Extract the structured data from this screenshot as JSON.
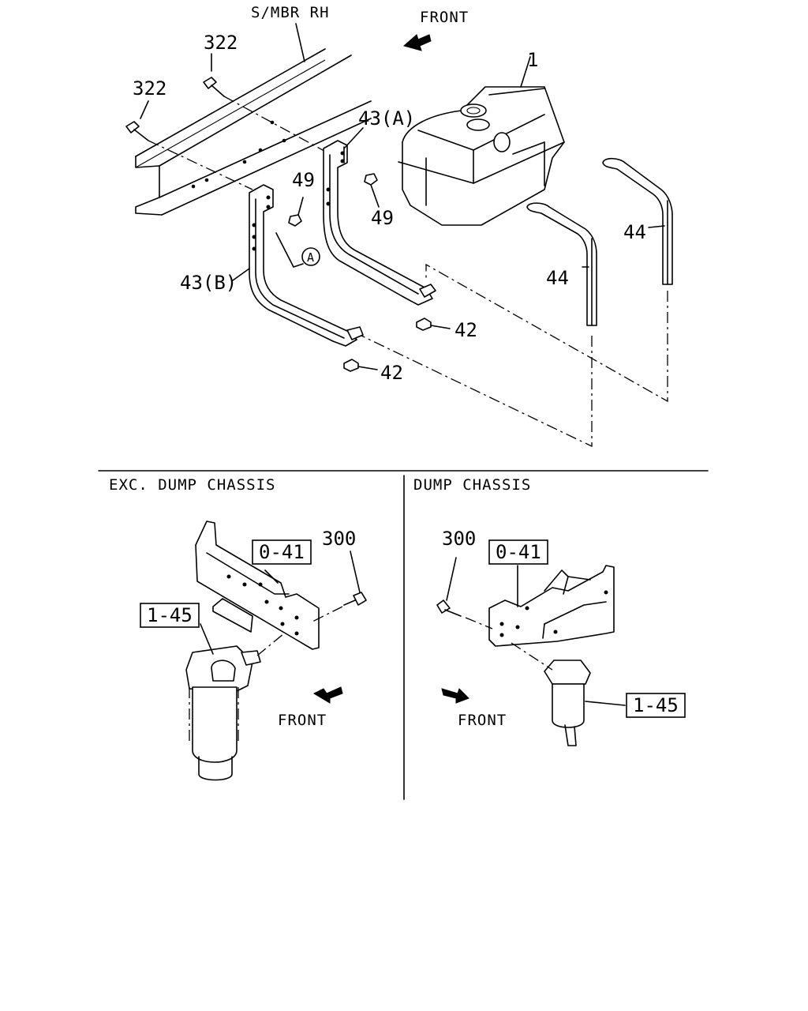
{
  "labels": {
    "smbr": "S/MBR RH",
    "front_top": "FRONT",
    "p322_a": "322",
    "p322_b": "322",
    "p1": "1",
    "p43a": "43(A)",
    "p49_a": "49",
    "p49_b": "49",
    "p43b": "43(B)",
    "pA": "A",
    "p44_a": "44",
    "p44_b": "44",
    "p42_a": "42",
    "p42_b": "42"
  },
  "left_panel": {
    "title": "EXC. DUMP CHASSIS",
    "p300": "300",
    "ref041": "0-41",
    "ref145": "1-45",
    "front": "FRONT"
  },
  "right_panel": {
    "title": "DUMP CHASSIS",
    "p300": "300",
    "ref041": "0-41",
    "ref145": "1-45",
    "front": "FRONT"
  }
}
